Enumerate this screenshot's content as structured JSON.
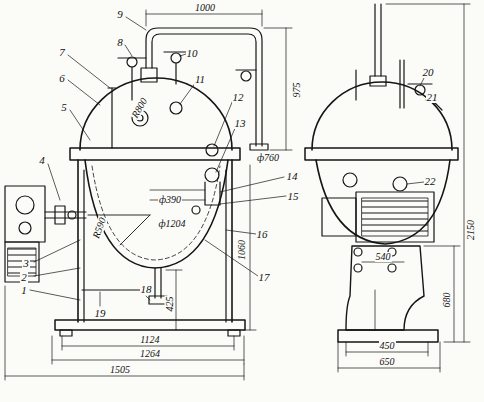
{
  "diagram": {
    "labels": [
      "1",
      "2",
      "3",
      "4",
      "5",
      "6",
      "7",
      "8",
      "9",
      "10",
      "11",
      "12",
      "13",
      "14",
      "15",
      "16",
      "17",
      "18",
      "19",
      "20",
      "21",
      "22",
      "1000",
      "975",
      "ф760",
      "R800",
      "R590",
      "ф390",
      "ф1204",
      "1060",
      "425",
      "1124",
      "1264",
      "1505",
      "2150",
      "680",
      "450",
      "650",
      "540"
    ]
  }
}
